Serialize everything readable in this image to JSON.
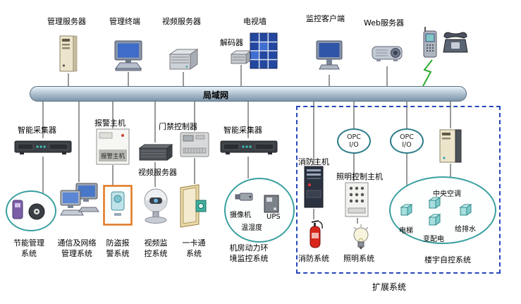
{
  "colors": {
    "bus_fill": "#a8bccc",
    "extension_border": "#2847b8",
    "system_ellipse_border": "#3aa0a0",
    "tv_wall_blue": "#23479e",
    "alarm_box_orange": "#e07820",
    "fire_red": "#d9261c",
    "wireless_green": "#2faa2f"
  },
  "lan": {
    "label": "局域网"
  },
  "top": {
    "mgmt_server": "管理服务器",
    "mgmt_terminal": "管理终端",
    "video_server": "视频服务器",
    "decoder": "解码器",
    "tv_wall": "电视墙",
    "monitor_client": "监控客户端",
    "web_server": "Web服务器"
  },
  "mid": {
    "collector_left": "智能采集器",
    "alarm_host": "报警主机",
    "alarm_host_panel": "报警主机",
    "video_server": "视频服务器",
    "door_controller": "门禁控制器",
    "collector_right": "智能采集器"
  },
  "bottom": {
    "energy": [
      "节能管理",
      "系统"
    ],
    "network": [
      "通信及网络",
      "管理系统"
    ],
    "burglar": [
      "防盗报",
      "警系统"
    ],
    "cctv": [
      "视频监",
      "控系统"
    ],
    "onecard": [
      "一卡通",
      "系统"
    ],
    "machineroom": [
      "机房动力环",
      "境监控系统"
    ],
    "camera": "摄像机",
    "ups": "UPS",
    "humidity": "温湿度"
  },
  "extension": {
    "title": "扩展系统",
    "opc": [
      "OPC",
      "I/O"
    ],
    "fire_host": "消防主机",
    "lighting_host": "照明控制主机",
    "fire_system": "消防系统",
    "lighting_system": "照明系统",
    "building_system": "楼宇自控系统",
    "hvac": "中央空调",
    "elevator": "电梯",
    "power": "变配电",
    "water": "给排水"
  }
}
